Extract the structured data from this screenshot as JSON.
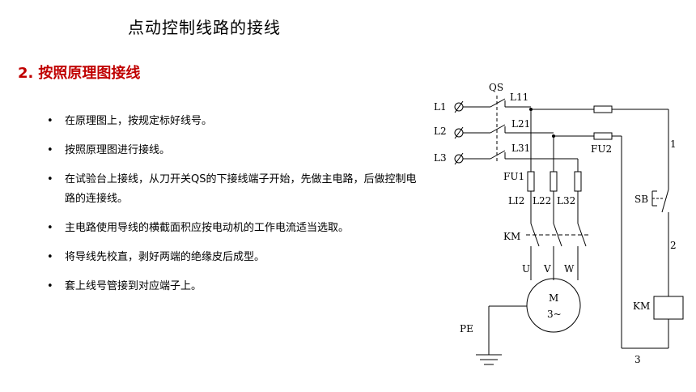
{
  "slide_title": "点动控制线路的接线",
  "section": {
    "number": "2.",
    "heading": "按照原理图接线"
  },
  "bullets": [
    "在原理图上，按规定标好线号。",
    "按照原理图进行接线。",
    "在试验台上接线，从刀开关QS的下接线端子开始，先做主电路，后做控制电路的连接线。",
    "主电路使用导线的横截面积应按电动机的工作电流适当选取。",
    "将导线先校直，剥好两端的绝缘皮后成型。",
    "套上线号管接到对应端子上。"
  ],
  "diagram": {
    "labels": {
      "qs": "QS",
      "l11": "L11",
      "l21": "L21",
      "l31": "L31",
      "l1": "L1",
      "l2": "L2",
      "l3": "L3",
      "fu1": "FU1",
      "fu2": "FU2",
      "li2": "LI2",
      "l22": "L22",
      "l32": "L32",
      "km_contact": "KM",
      "u": "U",
      "v": "V",
      "w": "W",
      "motor_m": "M",
      "motor_phase": "3~",
      "pe": "PE",
      "sb": "SB",
      "km_coil": "KM",
      "wire1": "1",
      "wire2": "2",
      "wire3": "3"
    }
  }
}
